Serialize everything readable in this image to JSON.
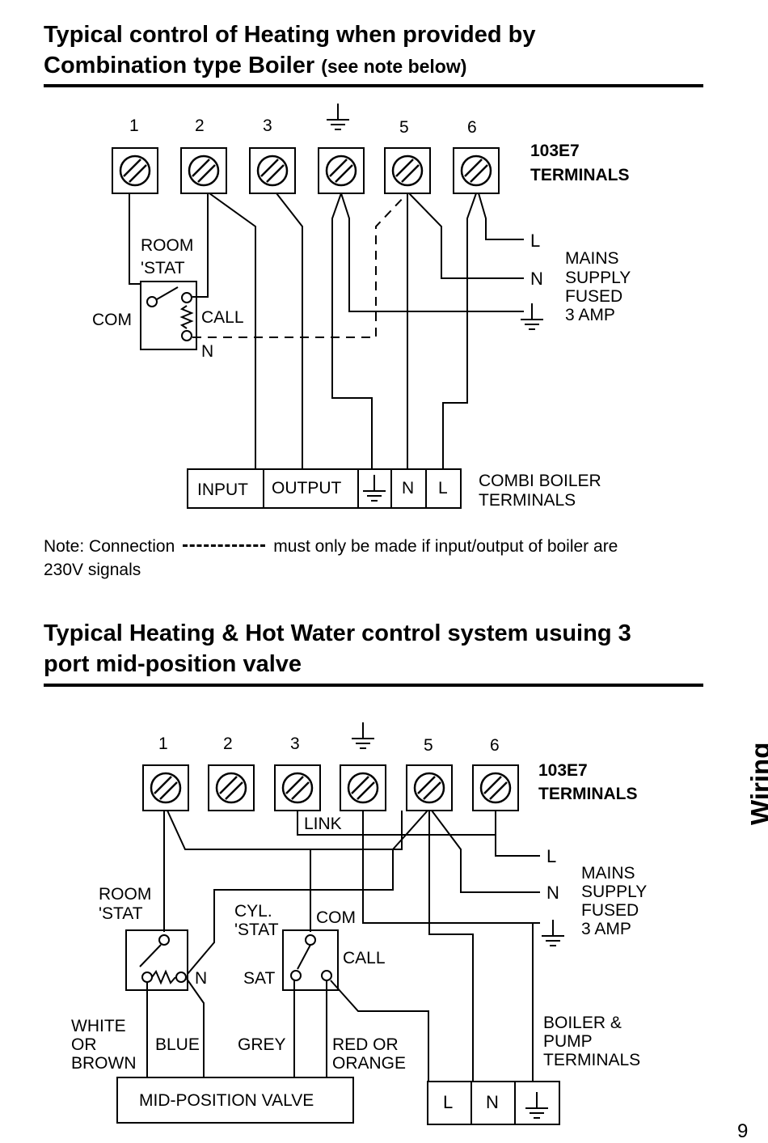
{
  "section1": {
    "title_line1": "Typical control of Heating when provided by",
    "title_line2": "Combination type Boiler",
    "title_note": "(see note below)",
    "terminal_numbers": [
      "1",
      "2",
      "3",
      "5",
      "6"
    ],
    "terminals_label_1": "103E7",
    "terminals_label_2": "TERMINALS",
    "room_stat_1": "ROOM",
    "room_stat_2": "'STAT",
    "com": "COM",
    "call": "CALL",
    "n": "N",
    "mains_l": "L",
    "mains_n": "N",
    "mains_1": "MAINS",
    "mains_2": "SUPPLY",
    "mains_3": "FUSED",
    "mains_4": "3 AMP",
    "boiler_input": "INPUT",
    "boiler_output": "OUTPUT",
    "boiler_n": "N",
    "boiler_l": "L",
    "combi_1": "COMBI BOILER",
    "combi_2": "TERMINALS"
  },
  "note": {
    "prefix": "Note: Connection",
    "suffix": "must only be made if input/output of boiler are",
    "line2": "230V signals"
  },
  "section2": {
    "title_line1": "Typical Heating & Hot Water control system usuing 3",
    "title_line2": "port mid-position valve",
    "terminal_numbers": [
      "1",
      "2",
      "3",
      "5",
      "6"
    ],
    "terminals_label_1": "103E7",
    "terminals_label_2": "TERMINALS",
    "link": "LINK",
    "room_stat_1": "ROOM",
    "room_stat_2": "'STAT",
    "cyl_stat_1": "CYL.",
    "cyl_stat_2": "'STAT",
    "com": "COM",
    "call": "CALL",
    "sat": "SAT",
    "n": "N",
    "mains_l": "L",
    "mains_n": "N",
    "mains_1": "MAINS",
    "mains_2": "SUPPLY",
    "mains_3": "FUSED",
    "mains_4": "3 AMP",
    "white_1": "WHITE",
    "white_2": "OR",
    "white_3": "BROWN",
    "blue": "BLUE",
    "grey": "GREY",
    "red_1": "RED OR",
    "red_2": "ORANGE",
    "valve": "MID-POSITION VALVE",
    "boiler_l": "L",
    "boiler_n": "N",
    "bp_1": "BOILER &",
    "bp_2": "PUMP",
    "bp_3": "TERMINALS"
  },
  "side_tab": "Wiring",
  "page_number": "9"
}
